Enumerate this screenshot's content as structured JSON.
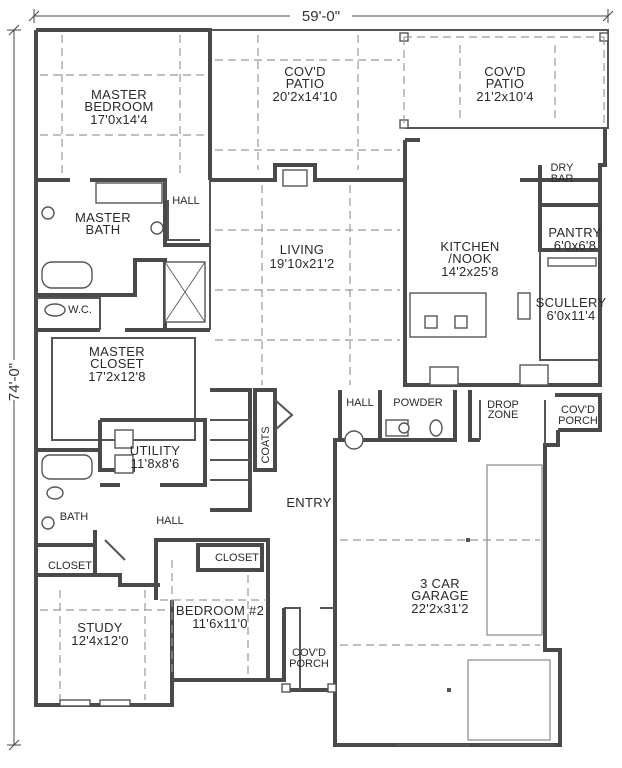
{
  "dimensions": {
    "width": "59'-0\"",
    "depth": "74'-0\""
  },
  "rooms": {
    "master_bedroom": {
      "name1": "MASTER",
      "name2": "BEDROOM",
      "size": "17'0x14'4"
    },
    "patio_center": {
      "name1": "COV'D",
      "name2": "PATIO",
      "size": "20'2x14'10"
    },
    "patio_right": {
      "name1": "COV'D",
      "name2": "PATIO",
      "size": "21'2x10'4"
    },
    "dry_bar": {
      "name1": "DRY",
      "name2": "BAR"
    },
    "hall_top": {
      "name": "HALL"
    },
    "master_bath": {
      "name1": "MASTER",
      "name2": "BATH"
    },
    "living": {
      "name": "LIVING",
      "size": "19'10x21'2"
    },
    "kitchen": {
      "name1": "KITCHEN",
      "name2": "/NOOK",
      "size": "14'2x25'8"
    },
    "pantry": {
      "name": "PANTRY",
      "size": "6'0x6'8"
    },
    "scullery": {
      "name": "SCULLERY",
      "size": "6'0x11'4"
    },
    "wc": {
      "name": "W.C."
    },
    "master_closet": {
      "name1": "MASTER",
      "name2": "CLOSET",
      "size": "17'2x12'8"
    },
    "hall_mid": {
      "name": "HALL"
    },
    "powder": {
      "name": "POWDER"
    },
    "drop_zone": {
      "name1": "DROP",
      "name2": "ZONE"
    },
    "porch_right": {
      "name1": "COV'D",
      "name2": "PORCH"
    },
    "utility": {
      "name": "UTILITY",
      "size": "11'8x8'6"
    },
    "coats": {
      "name": "COATS"
    },
    "entry": {
      "name": "ENTRY"
    },
    "bath": {
      "name": "BATH"
    },
    "hall_low": {
      "name": "HALL"
    },
    "closet_left": {
      "name": "CLOSET"
    },
    "closet_bed2": {
      "name": "CLOSET"
    },
    "garage": {
      "name1": "3 CAR",
      "name2": "GARAGE",
      "size": "22'2x31'2"
    },
    "bedroom2": {
      "name": "BEDROOM #2",
      "size": "11'6x11'0"
    },
    "study": {
      "name": "STUDY",
      "size": "12'4x12'0"
    },
    "porch_front": {
      "name1": "COV'D",
      "name2": "PORCH"
    }
  }
}
